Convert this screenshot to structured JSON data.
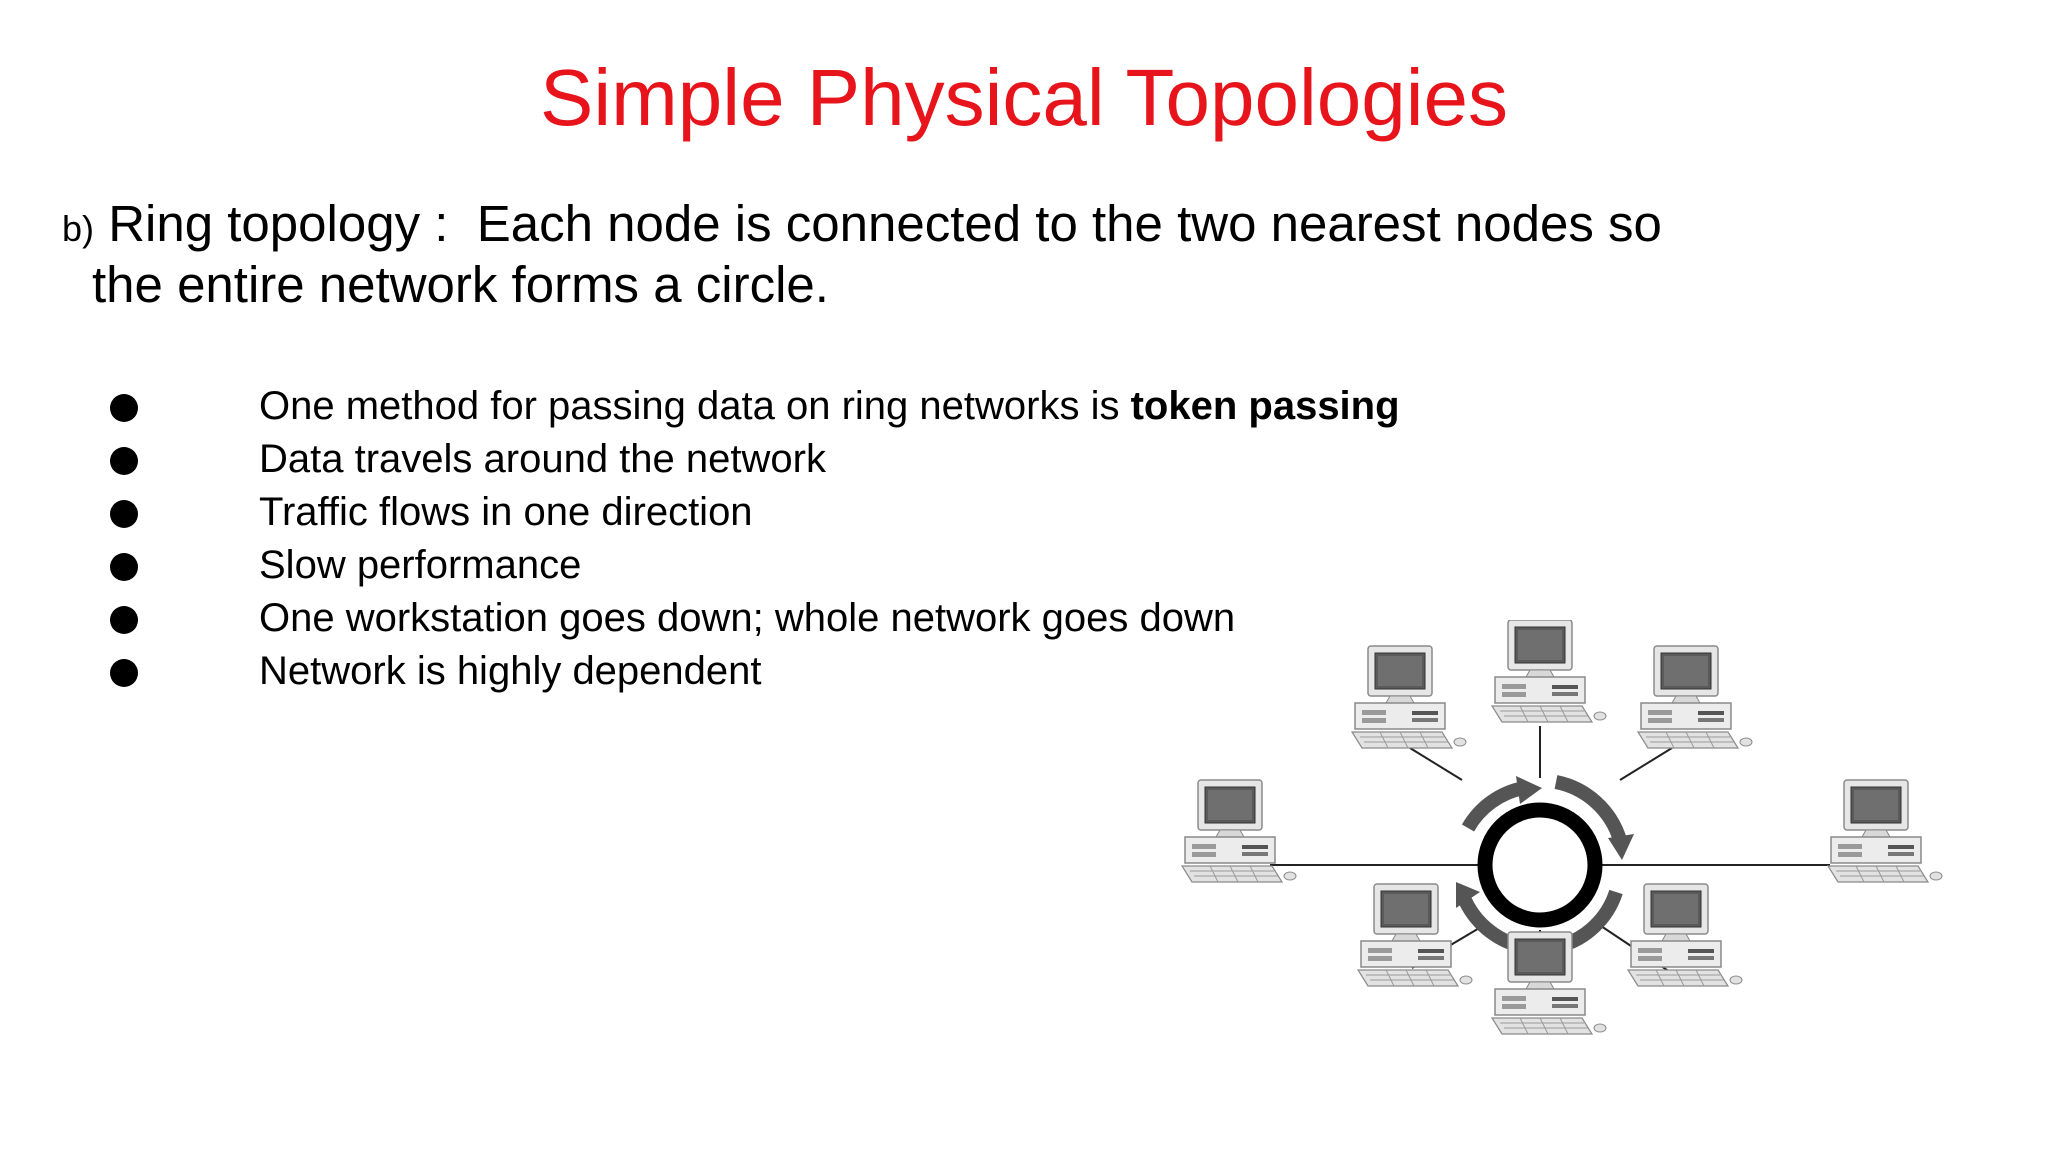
{
  "slide": {
    "title": "Simple Physical Topologies",
    "title_color": "#e8141b",
    "intro": {
      "marker": "b)",
      "lead": "Ring topology :",
      "line1_rest": "Each node is connected to the two nearest nodes so",
      "line2": "the entire network forms a circle."
    },
    "bullets": [
      {
        "text": "One method for passing data on ring networks is ",
        "bold": "token passing"
      },
      {
        "text": "Data travels around the network",
        "bold": ""
      },
      {
        "text": "Traffic flows in one direction",
        "bold": ""
      },
      {
        "text": "Slow performance",
        "bold": ""
      },
      {
        "text": "One workstation goes down; whole network goes down",
        "bold": ""
      },
      {
        "text": "Network is highly dependent",
        "bold": ""
      }
    ]
  },
  "diagram": {
    "type": "ring-topology",
    "ring_color": "#000000",
    "arrow_color": "#555555",
    "node_icon": "computer-workstation-icon",
    "node_count": 8,
    "arrow_count": 4
  }
}
